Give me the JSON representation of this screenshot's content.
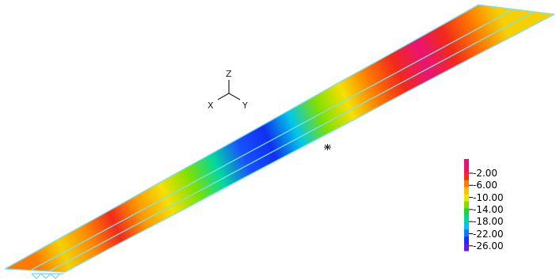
{
  "axis_triad": {
    "z_label": "Z",
    "x_label": "X",
    "y_label": "Y"
  },
  "legend": {
    "tick_labels": [
      "-2.00",
      "-6.00",
      "-10.00",
      "-14.00",
      "-18.00",
      "-22.00",
      "-26.00"
    ],
    "colors_top_to_bottom": [
      "#e8107a",
      "#f0145a",
      "#ff2a18",
      "#ff7a00",
      "#ffc000",
      "#e6e800",
      "#7ee000",
      "#18d838",
      "#00d8a0",
      "#00c8e8",
      "#0a78ff",
      "#1830ff",
      "#6a18e8"
    ]
  },
  "model": {
    "band_colors_along_span": [
      "#ff7a00",
      "#f6d000",
      "#ff8a00",
      "#f22a1a",
      "#ff9a00",
      "#f6e000",
      "#80e000",
      "#00d8a0",
      "#1850ff",
      "#1030f0",
      "#00c8e8",
      "#7ee000",
      "#f6e000",
      "#ff7a00",
      "#f22a1a",
      "#ea1470",
      "#f22a1a",
      "#ff7a00",
      "#f6d000"
    ],
    "outline_color": "#7fe0f0"
  }
}
